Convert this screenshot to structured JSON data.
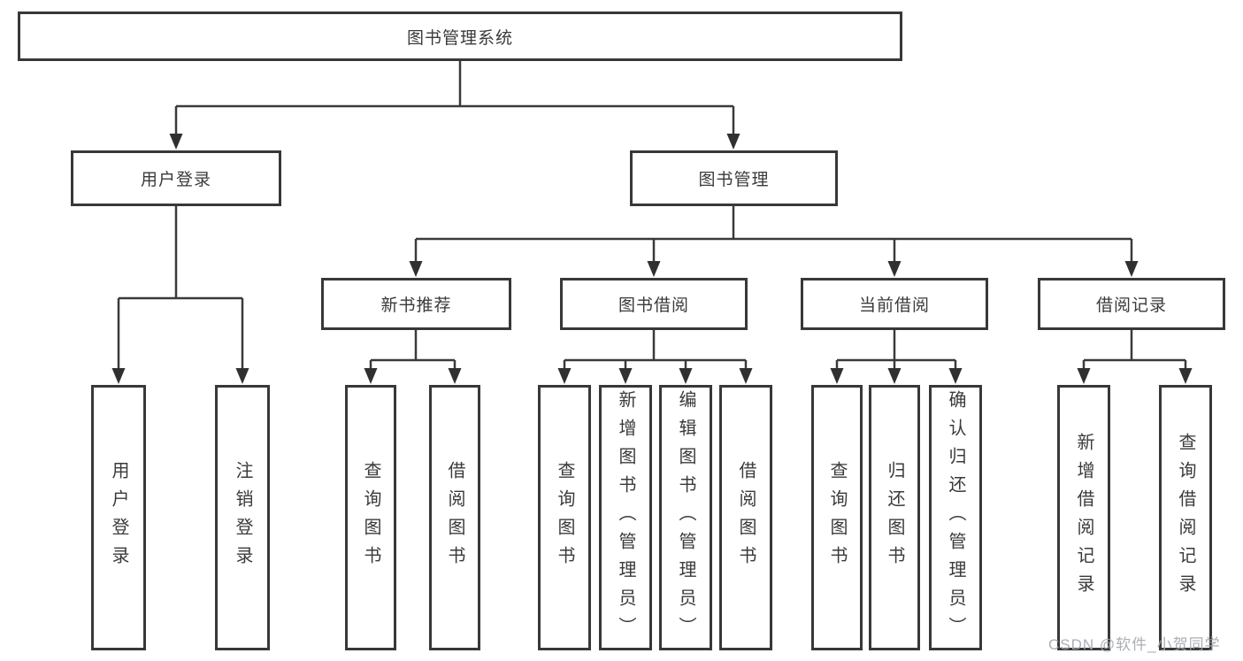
{
  "tree": {
    "label": "图书管理系统",
    "children": [
      {
        "label": "用户登录",
        "children": [
          {
            "label": "用户登录"
          },
          {
            "label": "注销登录"
          }
        ]
      },
      {
        "label": "图书管理",
        "children": [
          {
            "label": "新书推荐",
            "children": [
              {
                "label": "查询图书"
              },
              {
                "label": "借阅图书"
              }
            ]
          },
          {
            "label": "图书借阅",
            "children": [
              {
                "label": "查询图书"
              },
              {
                "label": "新增图书（管理员）"
              },
              {
                "label": "编辑图书（管理员）"
              },
              {
                "label": "借阅图书"
              }
            ]
          },
          {
            "label": "当前借阅",
            "children": [
              {
                "label": "查询图书"
              },
              {
                "label": "归还图书"
              },
              {
                "label": "确认归还（管理员）"
              }
            ]
          },
          {
            "label": "借阅记录",
            "children": [
              {
                "label": "新增借阅记录"
              },
              {
                "label": "查询借阅记录"
              }
            ]
          }
        ]
      }
    ]
  },
  "watermark": "CSDN @软件_小贺同学",
  "colors": {
    "line": "#3a3a3a",
    "border": "#383838",
    "text": "#3a3a3a",
    "watermark": "#a3a8af"
  }
}
